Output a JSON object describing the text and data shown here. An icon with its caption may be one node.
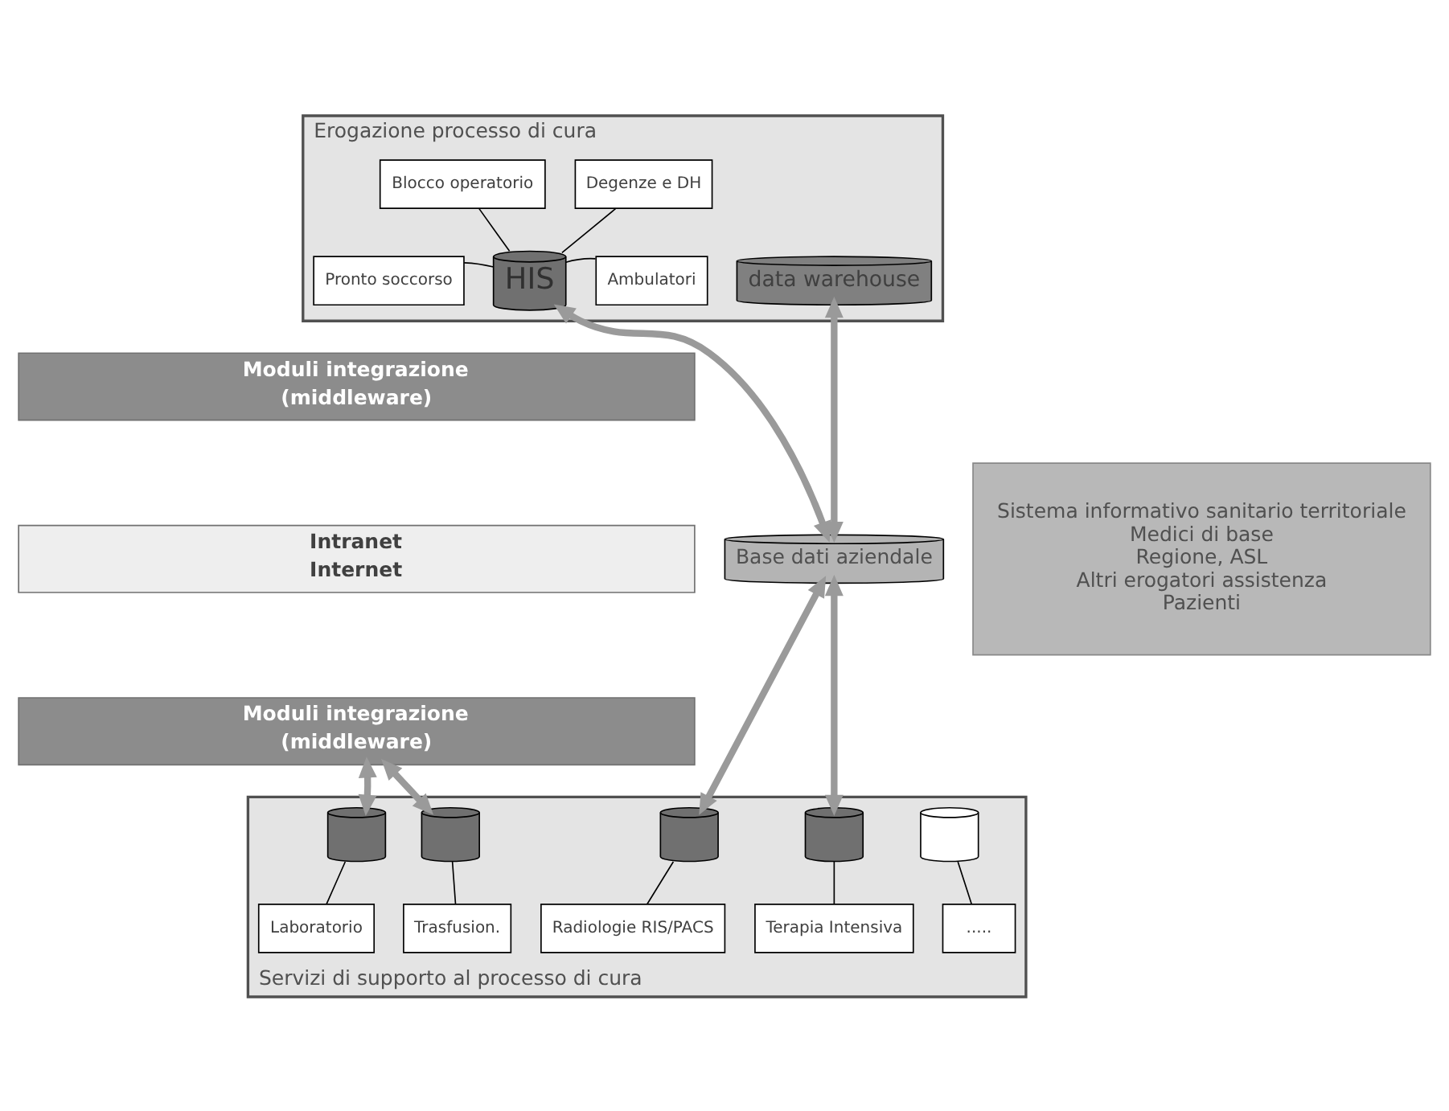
{
  "diagram": {
    "nodes": [
      {
        "text": [
          "Erogazione processo di cura"
        ]
      },
      {
        "text": [
          "Blocco operatorio"
        ],
        "in": 0
      },
      {
        "text": [
          "Degenze e DH"
        ],
        "in": 0
      },
      {
        "text": [
          "Pronto soccorso"
        ],
        "in": 0
      },
      {
        "text": [
          "HIS"
        ],
        "in": 0
      },
      {
        "text": [
          "Ambulatori"
        ],
        "in": 0
      },
      {
        "text": [
          "data warehouse"
        ],
        "in": 0
      },
      {
        "text": [
          "Sistema informativo sanitario territoriale",
          "Medici di base",
          "Regione, ASL",
          "Altri erogatori assistenza",
          "Pazienti"
        ]
      },
      {
        "text": [
          "Moduli integrazione",
          "(middleware)"
        ]
      },
      {
        "text": [
          "Intranet",
          "Internet"
        ]
      },
      {
        "text": [
          "Base dati aziendale"
        ]
      },
      {
        "text": [
          "Moduli integrazione",
          "(middleware)"
        ]
      },
      {
        "text": [
          "Servizi di supporto al processo di cura"
        ]
      },
      {
        "text": [],
        "shape": "cylinder",
        "in": 12
      },
      {
        "text": [],
        "shape": "cylinder",
        "in": 12
      },
      {
        "text": [],
        "shape": "cylinder",
        "in": 12
      },
      {
        "text": [],
        "shape": "cylinder",
        "in": 12
      },
      {
        "text": [],
        "shape": "cylinder",
        "in": 12
      },
      {
        "text": [
          "Laboratorio"
        ],
        "in": 12
      },
      {
        "text": [
          "Trasfusion."
        ],
        "in": 12
      },
      {
        "text": [
          "Radiologie RIS/PACS"
        ],
        "in": 12
      },
      {
        "text": [
          "Terapia Intensiva"
        ],
        "in": 12
      },
      {
        "text": [
          "....."
        ],
        "in": 12
      }
    ],
    "edges": [
      {
        "from": 1,
        "to": 4,
        "arrow": "none"
      },
      {
        "from": 2,
        "to": 4,
        "arrow": "none"
      },
      {
        "from": 3,
        "to": 4,
        "arrow": "none"
      },
      {
        "from": 5,
        "to": 4,
        "arrow": "none"
      },
      {
        "from": 4,
        "to": 10,
        "arrow": "both",
        "style": "thick",
        "color": "#9a9a9a"
      },
      {
        "from": 6,
        "to": 10,
        "arrow": "both",
        "style": "thick",
        "color": "#9a9a9a"
      },
      {
        "from": 11,
        "to": 13,
        "arrow": "both",
        "style": "thick",
        "color": "#9a9a9a"
      },
      {
        "from": 11,
        "to": 14,
        "arrow": "both",
        "style": "thick",
        "color": "#9a9a9a"
      },
      {
        "from": 10,
        "to": 15,
        "arrow": "both",
        "style": "thick",
        "color": "#9a9a9a"
      },
      {
        "from": 10,
        "to": 16,
        "arrow": "both",
        "style": "thick",
        "color": "#9a9a9a"
      },
      {
        "from": 13,
        "to": 18,
        "arrow": "none"
      },
      {
        "from": 14,
        "to": 19,
        "arrow": "none"
      },
      {
        "from": 15,
        "to": 20,
        "arrow": "none"
      },
      {
        "from": 16,
        "to": 21,
        "arrow": "none"
      },
      {
        "from": 17,
        "to": 22,
        "arrow": "none"
      }
    ]
  }
}
